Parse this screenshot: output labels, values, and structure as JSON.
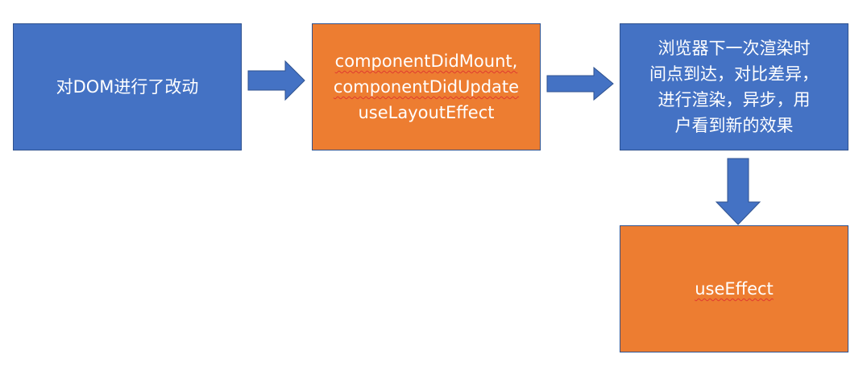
{
  "nodes": {
    "dom_change": {
      "text": "对DOM进行了改动"
    },
    "lifecycle": {
      "lines": [
        "componentDidMount,",
        "componentDidUpdate",
        "useLayoutEffect"
      ]
    },
    "browser_render": {
      "lines": [
        "浏览器下一次渲染时",
        "间点到达，对比差异，",
        "进行渲染，异步，用",
        "户看到新的效果"
      ]
    },
    "use_effect": {
      "text": "useEffect"
    }
  },
  "colors": {
    "blue_box": "#4472c4",
    "orange_box": "#ed7d31",
    "arrow": "#4472c4",
    "spellcheck_underline": "#e03a2f"
  }
}
